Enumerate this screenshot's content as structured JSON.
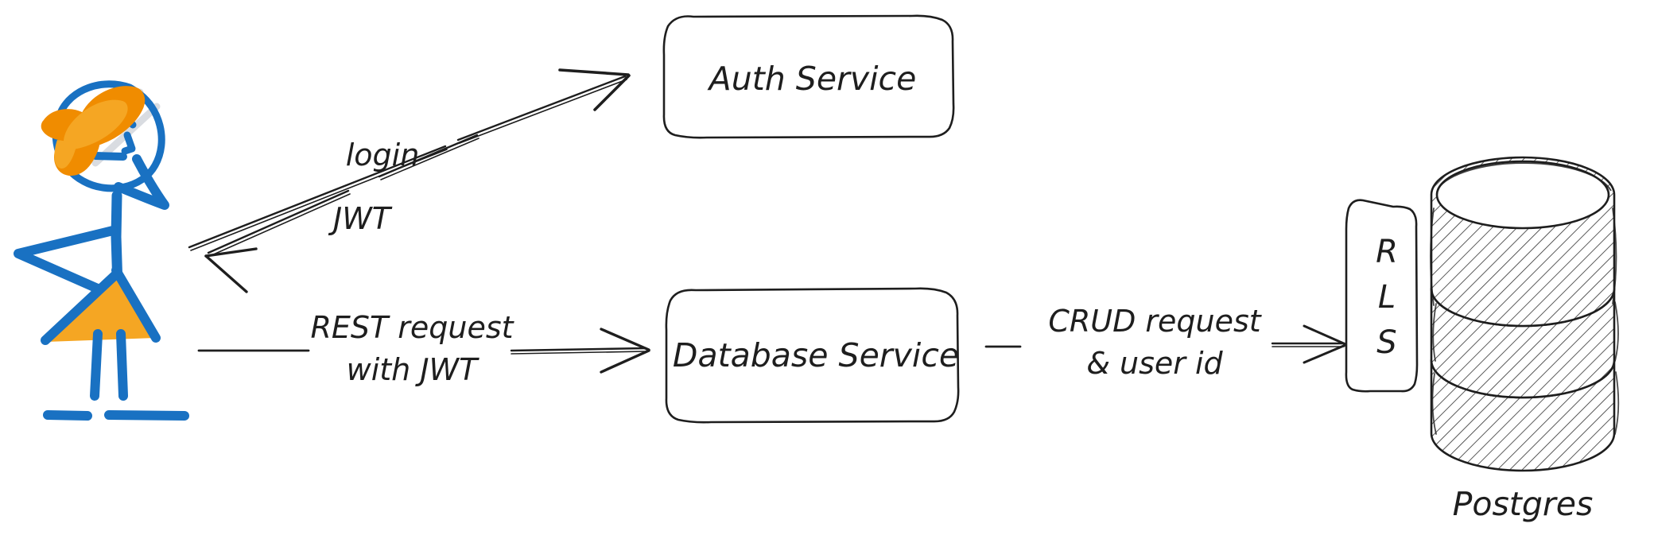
{
  "diagram": {
    "title": "Auth and RLS request flow",
    "background": "#ffffff",
    "ink_color": "#1e1e1e",
    "accent_blue": "#1971c2",
    "accent_orange": "#f08c00",
    "accent_amber": "#f5a623",
    "highlight_gray": "#d8dbe0"
  },
  "actor": {
    "name": "user-stick-figure",
    "label": ""
  },
  "nodes": [
    {
      "id": "auth-service",
      "label": "Auth Service",
      "shape": "rounded-rectangle"
    },
    {
      "id": "database-service",
      "label": "Database Service",
      "shape": "rounded-rectangle"
    },
    {
      "id": "rls",
      "label_chars": [
        "R",
        "L",
        "S"
      ],
      "label": "RLS",
      "shape": "rounded-rectangle-vertical"
    },
    {
      "id": "postgres",
      "label": "Postgres",
      "shape": "database-cylinder"
    }
  ],
  "edges": [
    {
      "id": "login-edge",
      "label": "login",
      "from": "user",
      "to": "auth-service",
      "direction": "up-right"
    },
    {
      "id": "jwt-edge",
      "label": "JWT",
      "from": "auth-service",
      "to": "user",
      "direction": "down-left"
    },
    {
      "id": "rest-edge",
      "label_lines": [
        "REST request",
        "with JWT"
      ],
      "label": "REST request with JWT",
      "from": "user",
      "to": "database-service",
      "direction": "right"
    },
    {
      "id": "crud-edge",
      "label_lines": [
        "CRUD request",
        "& user id"
      ],
      "label": "CRUD request & user id",
      "from": "database-service",
      "to": "rls",
      "direction": "right"
    }
  ],
  "labels": {
    "login": "login",
    "jwt": "JWT",
    "rest_line1": "REST request",
    "rest_line2": "with JWT",
    "crud_line1": "CRUD request",
    "crud_line2": "& user id",
    "auth_service": "Auth Service",
    "database_service": "Database Service",
    "rls_r": "R",
    "rls_l": "L",
    "rls_s": "S",
    "postgres": "Postgres"
  }
}
